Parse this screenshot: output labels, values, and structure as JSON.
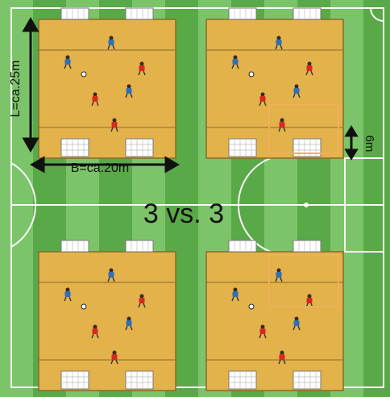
{
  "diagram": {
    "title": "3 vs. 3",
    "length_label": "L=ca.25m",
    "width_label": "B=ca.20m",
    "zone_label": "6m",
    "colors": {
      "grass_light": "#7cc46a",
      "grass_dark": "#5aa948",
      "field_fill": "#e3b24a",
      "field_stroke": "#8a6a2a",
      "white_line": "#f7f7f7",
      "team_red": "#d62a1f",
      "team_blue": "#2f6fb8",
      "zone_line": "#f0b05a",
      "arrow": "#111111"
    },
    "fields": [
      {
        "name": "top-left"
      },
      {
        "name": "top-right"
      },
      {
        "name": "bottom-left"
      },
      {
        "name": "bottom-right"
      }
    ],
    "team_counts": {
      "red": 3,
      "blue": 3
    }
  }
}
